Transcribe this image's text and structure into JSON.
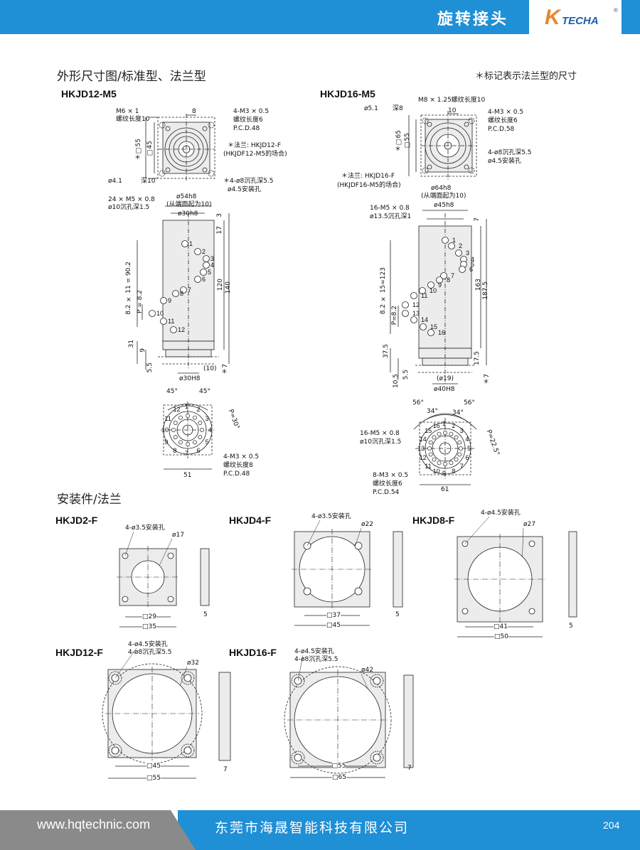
{
  "header": {
    "title": "旋转接头",
    "logo_k": "K",
    "logo_text": "TECHA",
    "logo_reg": "®"
  },
  "section1": {
    "title": "外形尺寸图/标准型、法兰型",
    "note": "＊标记表示法兰型的尺寸"
  },
  "m12": {
    "name": "HKJD12-M5",
    "top": {
      "m6": "M6 × 1",
      "m6_len": "螺纹长度10",
      "d8": "8",
      "m3": "4-M3 × 0.5",
      "m3_len": "螺纹长度6",
      "pcd": "P.C.D.48",
      "sq55": "＊□55",
      "sq45": "□45",
      "flange": "＊法兰: HKJD12-F",
      "flange_fit": "(HKJDF12-M5的场合)",
      "hole41": "ø4.1",
      "hole41_depth": "深10",
      "hole8": "＊4-ø8沉孔深5.5",
      "hole45": "ø4.5安装孔"
    },
    "side": {
      "m5": "24 × M5 × 0.8",
      "cb": "ø10沉孔深1.5",
      "d54": "ø54h8",
      "from_end": "(从端面起为10)",
      "d30a": "ø30h8",
      "pitch_total": "8.2 × 11 = 90.2",
      "pitch": "P = 8.2",
      "h3": "3",
      "h17": "17",
      "h120": "120",
      "h140": "140",
      "h31": "31",
      "h9": "9",
      "h55": "5.5",
      "h10": "(10)",
      "h7": "＊7",
      "d30b": "ø30H8",
      "ports": [
        "1",
        "2",
        "3",
        "4",
        "5",
        "6",
        "7",
        "8",
        "9",
        "10",
        "11",
        "12"
      ]
    },
    "bottom": {
      "a1": "45°",
      "a2": "45°",
      "p30": "P=30°",
      "m3": "4-M3 × 0.5",
      "m3_len": "螺纹长度8",
      "pcd": "P.C.D.48",
      "w51": "51"
    }
  },
  "m16": {
    "name": "HKJD16-M5",
    "top": {
      "d51": "ø5.1",
      "d51_depth": "深8",
      "m8": "M8 × 1.25螺纹长度10",
      "d10": "10",
      "m3": "4-M3 × 0.5",
      "m3_len": "螺纹长度6",
      "pcd": "P.C.D.58",
      "sq65": "＊□65",
      "sq55": "□55",
      "hole8": "4-ø8沉孔深5.5",
      "hole45": "ø4.5安装孔",
      "flange": "＊法兰: HKJD16-F",
      "flange_fit": "(HKJDF16-M5的场合)"
    },
    "side": {
      "d64": "ø64h8",
      "from_end": "(从端面起为10)",
      "m5": "16-M5 × 0.8",
      "cb": "ø13.5沉孔深1",
      "d45": "ø45h8",
      "pitch_total": "8.2 × 15=123",
      "pitch": "P=8.2",
      "h7": "7",
      "h163": "163",
      "h1875": "187.5",
      "h375": "37.5",
      "h105": "10.5",
      "h55": "5.5",
      "h175": "17.5",
      "h7b": "＊7",
      "d19": "(ø19)",
      "d40": "ø40H8",
      "ports": [
        "1",
        "2",
        "3",
        "4",
        "5",
        "6",
        "7",
        "8",
        "9",
        "10",
        "11",
        "12",
        "13",
        "14",
        "15",
        "16"
      ]
    },
    "bottom": {
      "a1": "56°",
      "a2": "56°",
      "a3": "34°",
      "a4": "34°",
      "p225": "P=22.5°",
      "m5": "16-M5 × 0.8",
      "cb": "ø10沉孔深1.5",
      "m3": "8-M3 × 0.5",
      "m3_len": "螺纹长度6",
      "pcd": "P.C.D.54",
      "w61": "61"
    }
  },
  "section2": {
    "title": "安装件/法兰"
  },
  "flanges": [
    {
      "name": "HKJD2-F",
      "hole": "4-ø3.5安装孔",
      "bore": "ø17",
      "inner": "□29",
      "outer": "□35",
      "thick": "5"
    },
    {
      "name": "HKJD4-F",
      "hole": "4-ø3.5安装孔",
      "bore": "ø22",
      "inner": "□37",
      "outer": "□45",
      "thick": "5"
    },
    {
      "name": "HKJD8-F",
      "hole": "4-ø4.5安装孔",
      "bore": "ø27",
      "inner": "□41",
      "outer": "□50",
      "thick": "5"
    },
    {
      "name": "HKJD12-F",
      "hole": "4-ø4.5安装孔",
      "cb": "4-ø8沉孔深5.5",
      "bore": "ø32",
      "inner": "□45",
      "outer": "□55",
      "thick": "7"
    },
    {
      "name": "HKJD16-F",
      "hole": "4-ø4.5安装孔",
      "cb": "4-ø8沉孔深5.5",
      "bore": "ø42",
      "inner": "□55",
      "outer": "□65",
      "thick": "7"
    }
  ],
  "footer": {
    "url": "www.hqtechnic.com",
    "company": "东莞市海晟智能科技有限公司",
    "page": "204"
  }
}
